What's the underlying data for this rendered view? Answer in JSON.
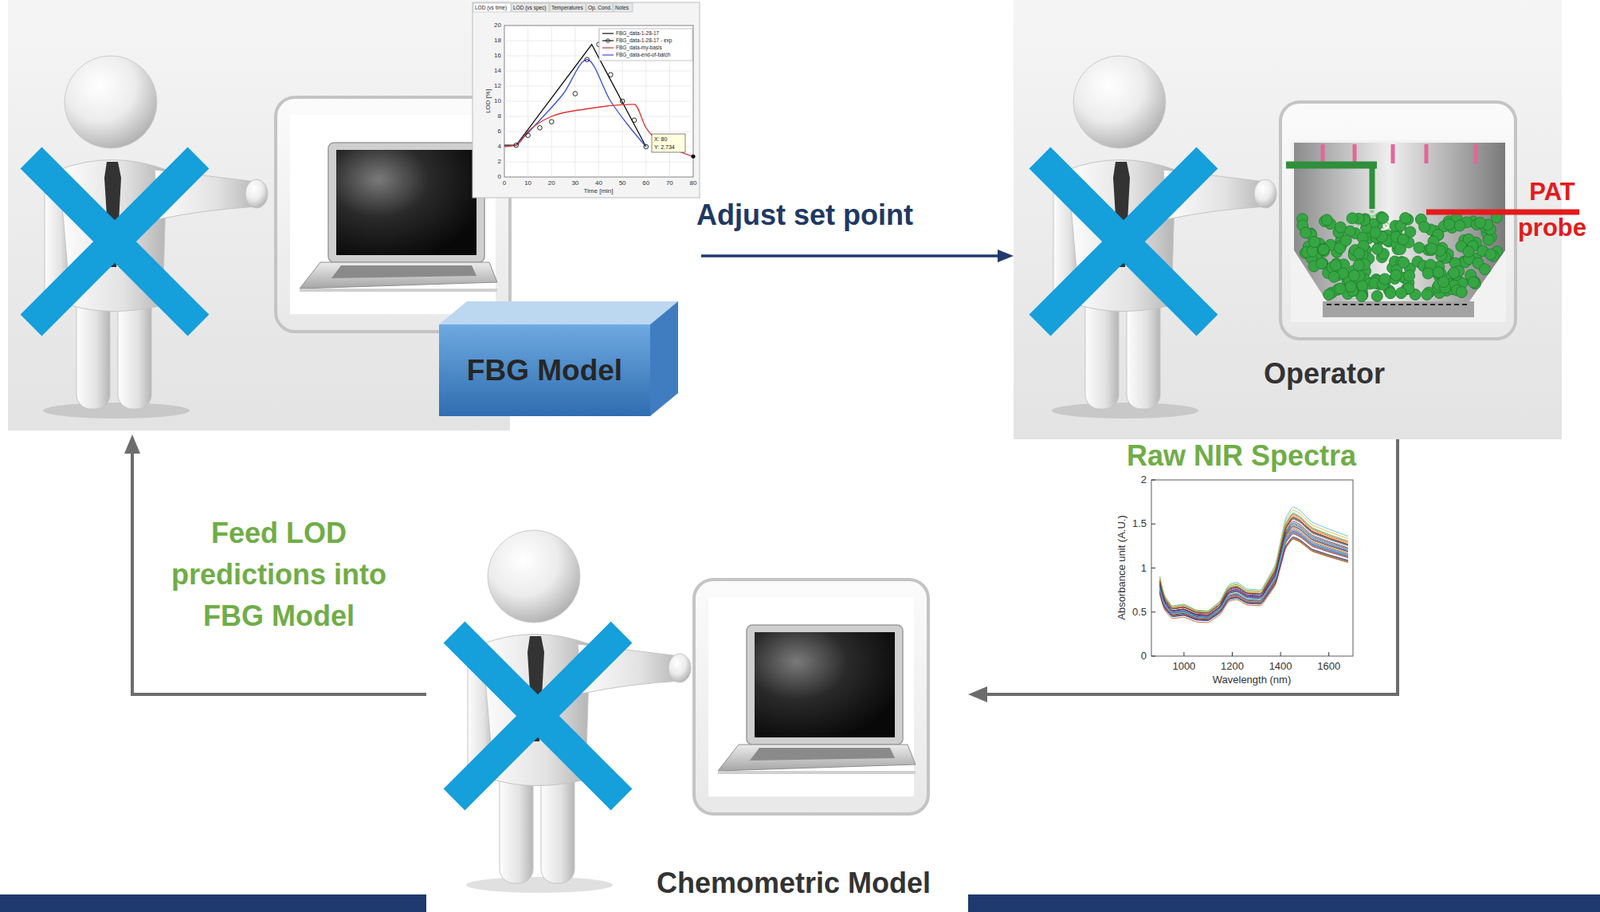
{
  "diagram": {
    "nodes": [
      {
        "text": [
          "FBG Model"
        ]
      },
      {
        "text": [
          "Operator"
        ]
      },
      {
        "text": [
          "Chemometric Model"
        ]
      }
    ],
    "edges": [
      {
        "from": 0,
        "to": 1,
        "label": "Adjust set point",
        "arrow": "to"
      },
      {
        "from": 1,
        "to": 2,
        "label": "Raw NIR Spectra",
        "arrow": "to"
      },
      {
        "from": 2,
        "to": 0,
        "label": "Feed LOD predictions into FBG Model",
        "arrow": "to"
      }
    ],
    "labels": [
      "LOD (vs time)",
      "LOD (vs spec)",
      "Temperatures",
      "Op. Cond.",
      "Notes",
      "20",
      "18",
      "16",
      "14",
      "12",
      "10",
      "8",
      "6",
      "4",
      "2",
      "0",
      "0",
      "10",
      "20",
      "30",
      "40",
      "50",
      "60",
      "70",
      "80",
      "LOD [%]",
      "Time [min]",
      "FBG_data-1-28-17",
      "FBG_data-1-28-17 - exp",
      "FBG_data-my-basis",
      "FBG_data-end-of-batch",
      "X: 80",
      "Y: 2.734",
      "PAT probe",
      "2",
      "1.5",
      "1",
      "0.5",
      "0",
      "1000",
      "1200",
      "1400",
      "1600",
      "Absorbance unit (A.U.)",
      "Wavelength (nm)"
    ]
  }
}
